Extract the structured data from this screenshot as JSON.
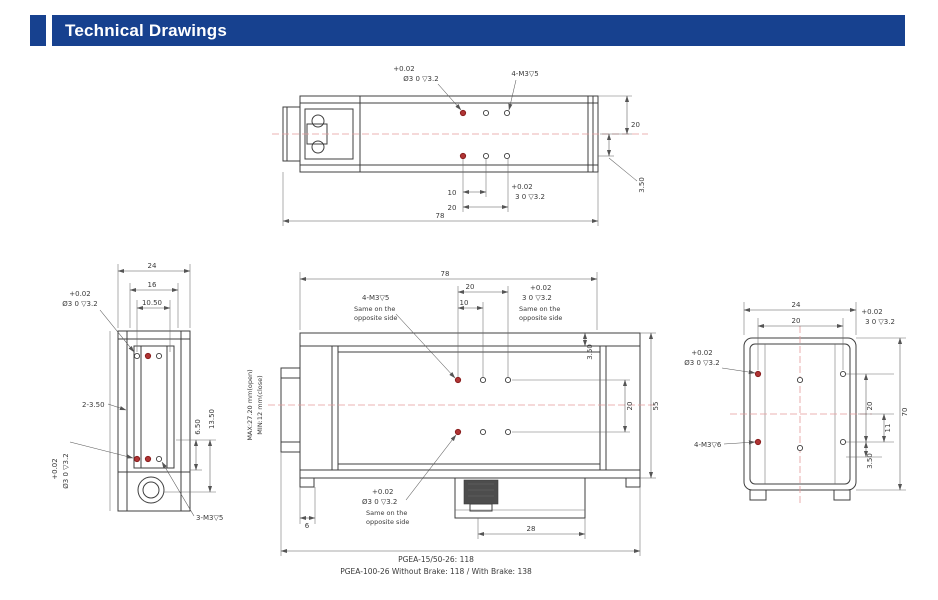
{
  "header": {
    "title": "Technical Drawings"
  },
  "colors": {
    "banner": "#17418f",
    "line": "#3f3f3f",
    "centerline": "#e59a9a",
    "hole_highlight": "#b03434"
  },
  "views": {
    "top": {
      "hole_tol": "+0.02",
      "hole_note": "Ø3 0 ▽3.2",
      "tap_note": "4-M3▽5",
      "dim_20": "20",
      "dim_3_50": "3.50",
      "dim_10": "10",
      "dim_20b": "20",
      "offset_tol": "+0.02",
      "offset_note": "3 0 ▽3.2",
      "dim_78": "78"
    },
    "left": {
      "dim_24": "24",
      "dim_16": "16",
      "dim_10_50": "10.50",
      "hole_tol": "+0.02",
      "hole_note": "Ø3 0 ▽3.2",
      "slot_note": "2-3.50",
      "dim_6_50": "6.50",
      "dim_13_50": "13.50",
      "tap_note": "3-M3▽5",
      "side_tol": "+0.02",
      "side_note": "Ø3 0 ▽3.2"
    },
    "front": {
      "dim_78": "78",
      "dim_20": "20",
      "dim_10": "10",
      "offset_tol": "+0.02",
      "offset_note": "3 0 ▽3.2",
      "same1": "Same on the",
      "same2": "opposite side",
      "tap_note": "4-M3▽5",
      "dim_3_50": "3.50",
      "dim_55": "55",
      "dim_20r": "20",
      "stroke_max": "MAX:27.20 mm(open)",
      "stroke_min": "MIN:12 mm(close)",
      "hole_tol": "+0.02",
      "hole_note": "Ø3 0 ▽3.2",
      "dim_6": "6",
      "dim_28": "28"
    },
    "right": {
      "dim_24": "24",
      "dim_20": "20",
      "offset_tol": "+0.02",
      "offset_note": "3 0 ▽3.2",
      "hole_tol": "+0.02",
      "hole_note": "Ø3 0 ▽3.2",
      "tap_note": "4-M3▽6",
      "dim_20r": "20",
      "dim_11": "11",
      "dim_3_50": "3.50",
      "dim_70": "70"
    }
  },
  "footer": {
    "line1": "PGEA-15/50-26:  118",
    "line2": "PGEA-100-26 Without Brake:  118 / With Brake:  138"
  }
}
